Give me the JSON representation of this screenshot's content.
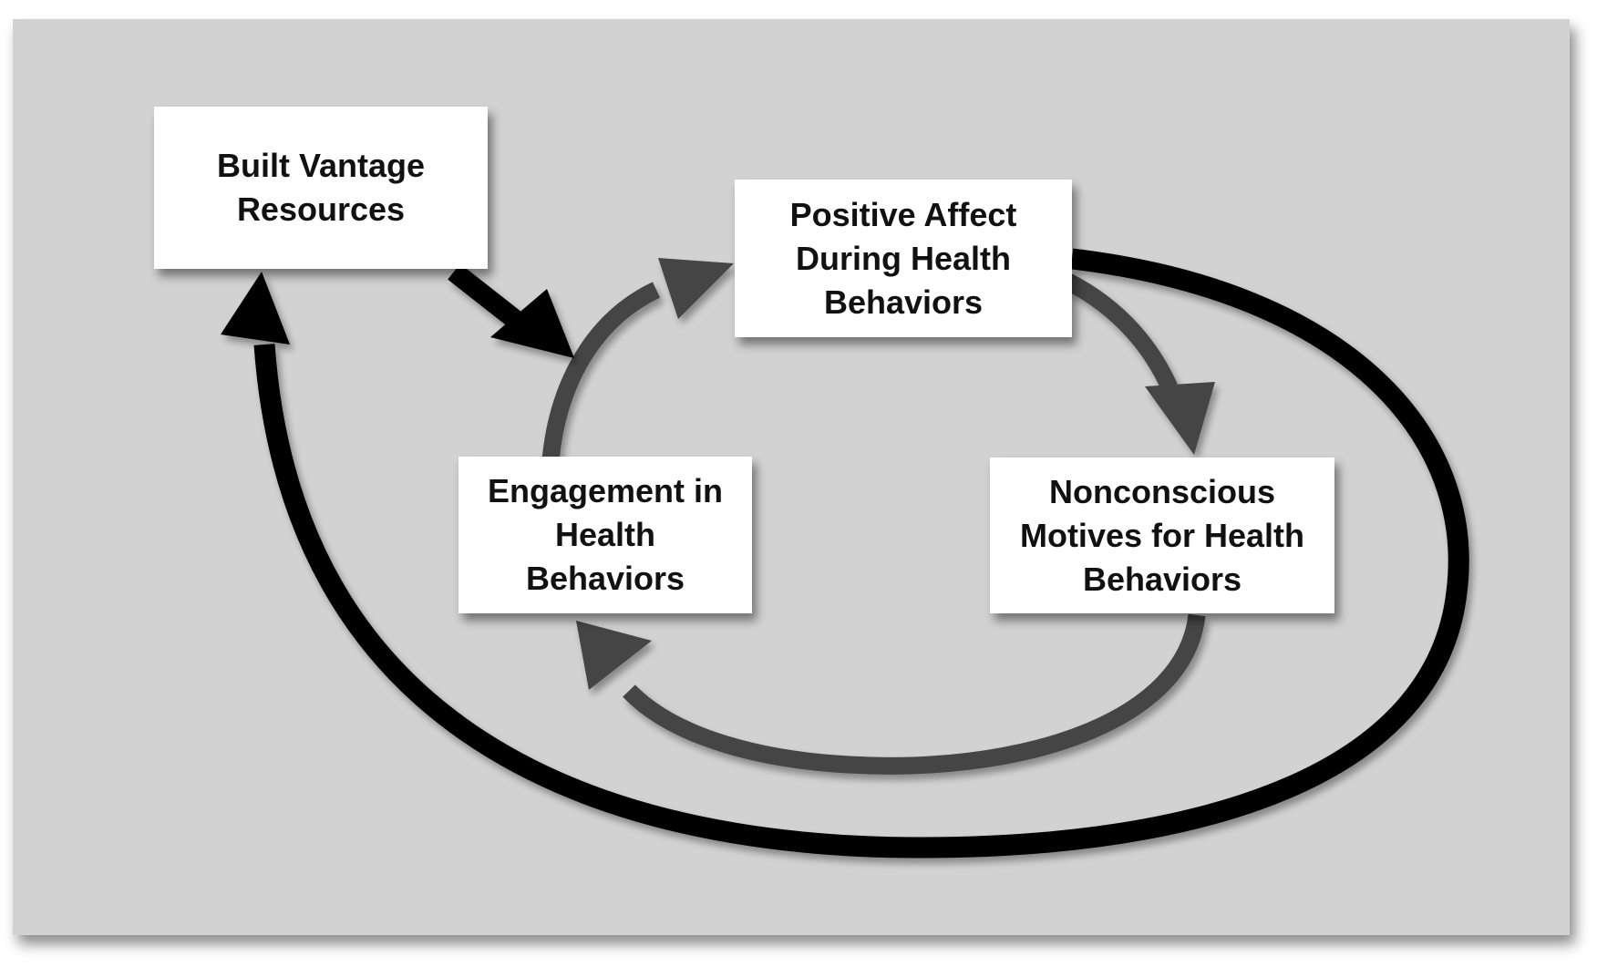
{
  "diagram": {
    "nodes": {
      "built_vantage": {
        "label": "Built Vantage\nResources"
      },
      "positive_affect": {
        "label": "Positive Affect\nDuring Health\nBehaviors"
      },
      "engagement": {
        "label": "Engagement in\nHealth\nBehaviors"
      },
      "nonconscious": {
        "label": "Nonconscious\nMotives for Health\nBehaviors"
      }
    },
    "edges": [
      {
        "from": "built_vantage",
        "to": "engagement",
        "color": "#000000"
      },
      {
        "from": "engagement",
        "to": "positive_affect",
        "color": "#444444"
      },
      {
        "from": "positive_affect",
        "to": "nonconscious",
        "color": "#444444"
      },
      {
        "from": "nonconscious",
        "to": "engagement",
        "color": "#444444"
      },
      {
        "from": "positive_affect",
        "to": "built_vantage",
        "color": "#000000"
      }
    ]
  }
}
